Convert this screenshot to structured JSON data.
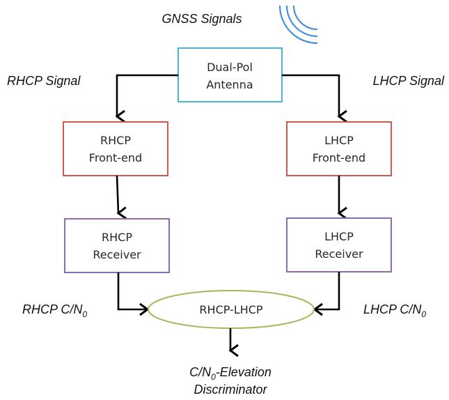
{
  "title": "GNSS Signals",
  "antenna": {
    "line1": "Dual-Pol",
    "line2": "Antenna"
  },
  "rhcp_signal_label": "RHCP Signal",
  "lhcp_signal_label": "LHCP Signal",
  "rhcp_frontend": {
    "line1": "RHCP",
    "line2": "Front-end"
  },
  "lhcp_frontend": {
    "line1": "LHCP",
    "line2": "Front-end"
  },
  "rhcp_receiver": {
    "line1": "RHCP",
    "line2": "Receiver"
  },
  "lhcp_receiver": {
    "line1": "LHCP",
    "line2": "Receiver"
  },
  "rhcp_cn0_label": {
    "prefix": "RHCP C/N",
    "sub": "0"
  },
  "lhcp_cn0_label": {
    "prefix": "LHCP C/N",
    "sub": "0"
  },
  "discriminator_node": "RHCP-LHCP",
  "output_label": {
    "line1_prefix": "C/N",
    "line1_sub": "0",
    "line1_suffix": "-Elevation",
    "line2": "Discriminator"
  },
  "colors": {
    "antenna_border": "#4bb5c9",
    "frontend_border": "#d9534f",
    "receiver_border": "#8c6bb1",
    "ellipse_border": "#9bbb59",
    "wave_color": "#4a90d9"
  },
  "icons": {
    "signal_waves": "signal-waves-icon"
  }
}
